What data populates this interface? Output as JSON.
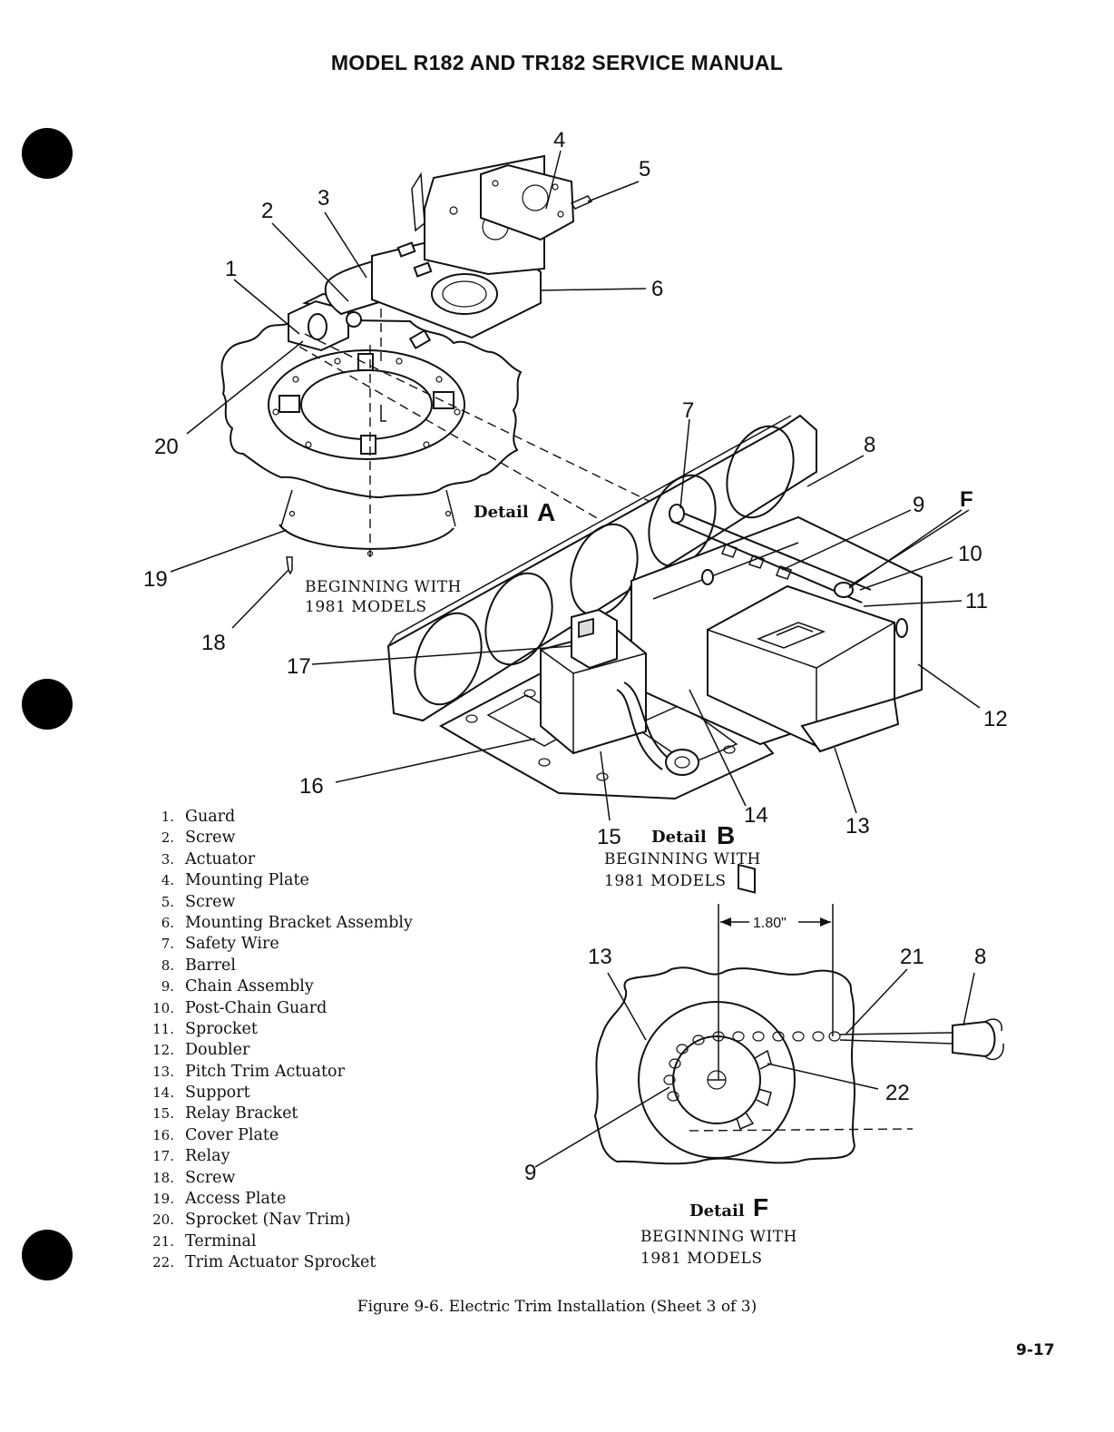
{
  "header": {
    "title": "MODEL R182 AND TR182 SERVICE MANUAL"
  },
  "figure": {
    "callouts": [
      "1",
      "2",
      "3",
      "4",
      "5",
      "6",
      "7",
      "8",
      "9",
      "10",
      "11",
      "12",
      "13",
      "14",
      "15",
      "16",
      "17",
      "18",
      "19",
      "20",
      "21",
      "22"
    ],
    "detail_word": "Detail",
    "detail_a": {
      "letter": "A",
      "note_line1": "BEGINNING WITH",
      "note_line2": "1981 MODELS"
    },
    "detail_b": {
      "letter": "B",
      "note_line1": "BEGINNING WITH",
      "note_line2": "1981 MODELS"
    },
    "detail_f": {
      "letter": "F",
      "note_line1": "BEGINNING WITH",
      "note_line2": "1981 MODELS",
      "dimension": "1.80\"",
      "callouts": [
        "13",
        "21",
        "8",
        "22",
        "9"
      ]
    }
  },
  "legend": [
    {
      "num": "1.",
      "label": "Guard"
    },
    {
      "num": "2.",
      "label": "Screw"
    },
    {
      "num": "3.",
      "label": "Actuator"
    },
    {
      "num": "4.",
      "label": "Mounting Plate"
    },
    {
      "num": "5.",
      "label": "Screw"
    },
    {
      "num": "6.",
      "label": "Mounting Bracket Assembly"
    },
    {
      "num": "7.",
      "label": "Safety Wire"
    },
    {
      "num": "8.",
      "label": "Barrel"
    },
    {
      "num": "9.",
      "label": "Chain Assembly"
    },
    {
      "num": "10.",
      "label": "Post-Chain Guard"
    },
    {
      "num": "11.",
      "label": "Sprocket"
    },
    {
      "num": "12.",
      "label": "Doubler"
    },
    {
      "num": "13.",
      "label": "Pitch Trim Actuator"
    },
    {
      "num": "14.",
      "label": "Support"
    },
    {
      "num": "15.",
      "label": "Relay Bracket"
    },
    {
      "num": "16.",
      "label": "Cover Plate"
    },
    {
      "num": "17.",
      "label": "Relay"
    },
    {
      "num": "18.",
      "label": "Screw"
    },
    {
      "num": "19.",
      "label": "Access Plate"
    },
    {
      "num": "20.",
      "label": "Sprocket (Nav Trim)"
    },
    {
      "num": "21.",
      "label": "Terminal"
    },
    {
      "num": "22.",
      "label": "Trim Actuator Sprocket"
    }
  ],
  "caption": "Figure 9-6. Electric Trim Installation (Sheet 3 of 3)",
  "page_number": "9-17"
}
